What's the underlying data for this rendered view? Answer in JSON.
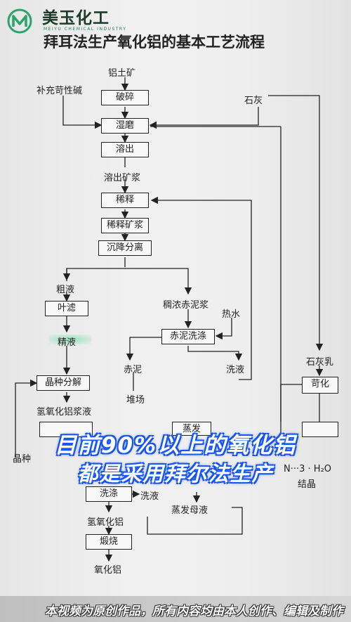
{
  "brand": {
    "name": "美玉化工",
    "sub": "MEIYU CHEMICAL INDUSTRY",
    "logo_color": "#2aa46a"
  },
  "title": "拜耳法生产氧化铝的基本工艺流程",
  "boxes": {
    "crush": "破碎",
    "wetgrind": "湿磨",
    "dissolve": "溶出",
    "dilute": "稀释",
    "dilute_slurry": "稀释矿浆",
    "settle": "沉降分离",
    "leaf": "叶滤",
    "mudwash": "赤泥洗涤",
    "seed": "晶种分解",
    "caust": "苛化",
    "wash": "洗涤",
    "calcine": "煅烧",
    "separate": "",
    "evap": "蒸发",
    "crystal": ""
  },
  "labels": {
    "bauxite": "铝土矿",
    "naoh": "补充苛性碱",
    "lime": "石灰",
    "dissolved_slurry": "溶出矿浆",
    "crude": "粗液",
    "thick_mud": "稠浓赤泥浆",
    "hot_water": "热水",
    "fine": "精液",
    "red_mud": "赤泥",
    "dump": "堆场",
    "wash_liquor": "洗液",
    "limemilk": "石灰乳",
    "hydroxide_slurry": "氢氧化铝浆液",
    "seed_label": "晶种",
    "wash_liquor2": "洗液",
    "hydroxide": "氢氧化铝",
    "alumina": "氧化铝",
    "mother": "蒸发母液",
    "formula": "N···3 · H₂O",
    "crystallize": "结晶"
  },
  "overlay": {
    "line1": "目前90%以上的氧化铝",
    "line2": "都是采用拜尔法生产",
    "color": "#1a4fe0"
  },
  "footer": "本视频为原创作品，所有内容均由本人创作、编辑及制作"
}
